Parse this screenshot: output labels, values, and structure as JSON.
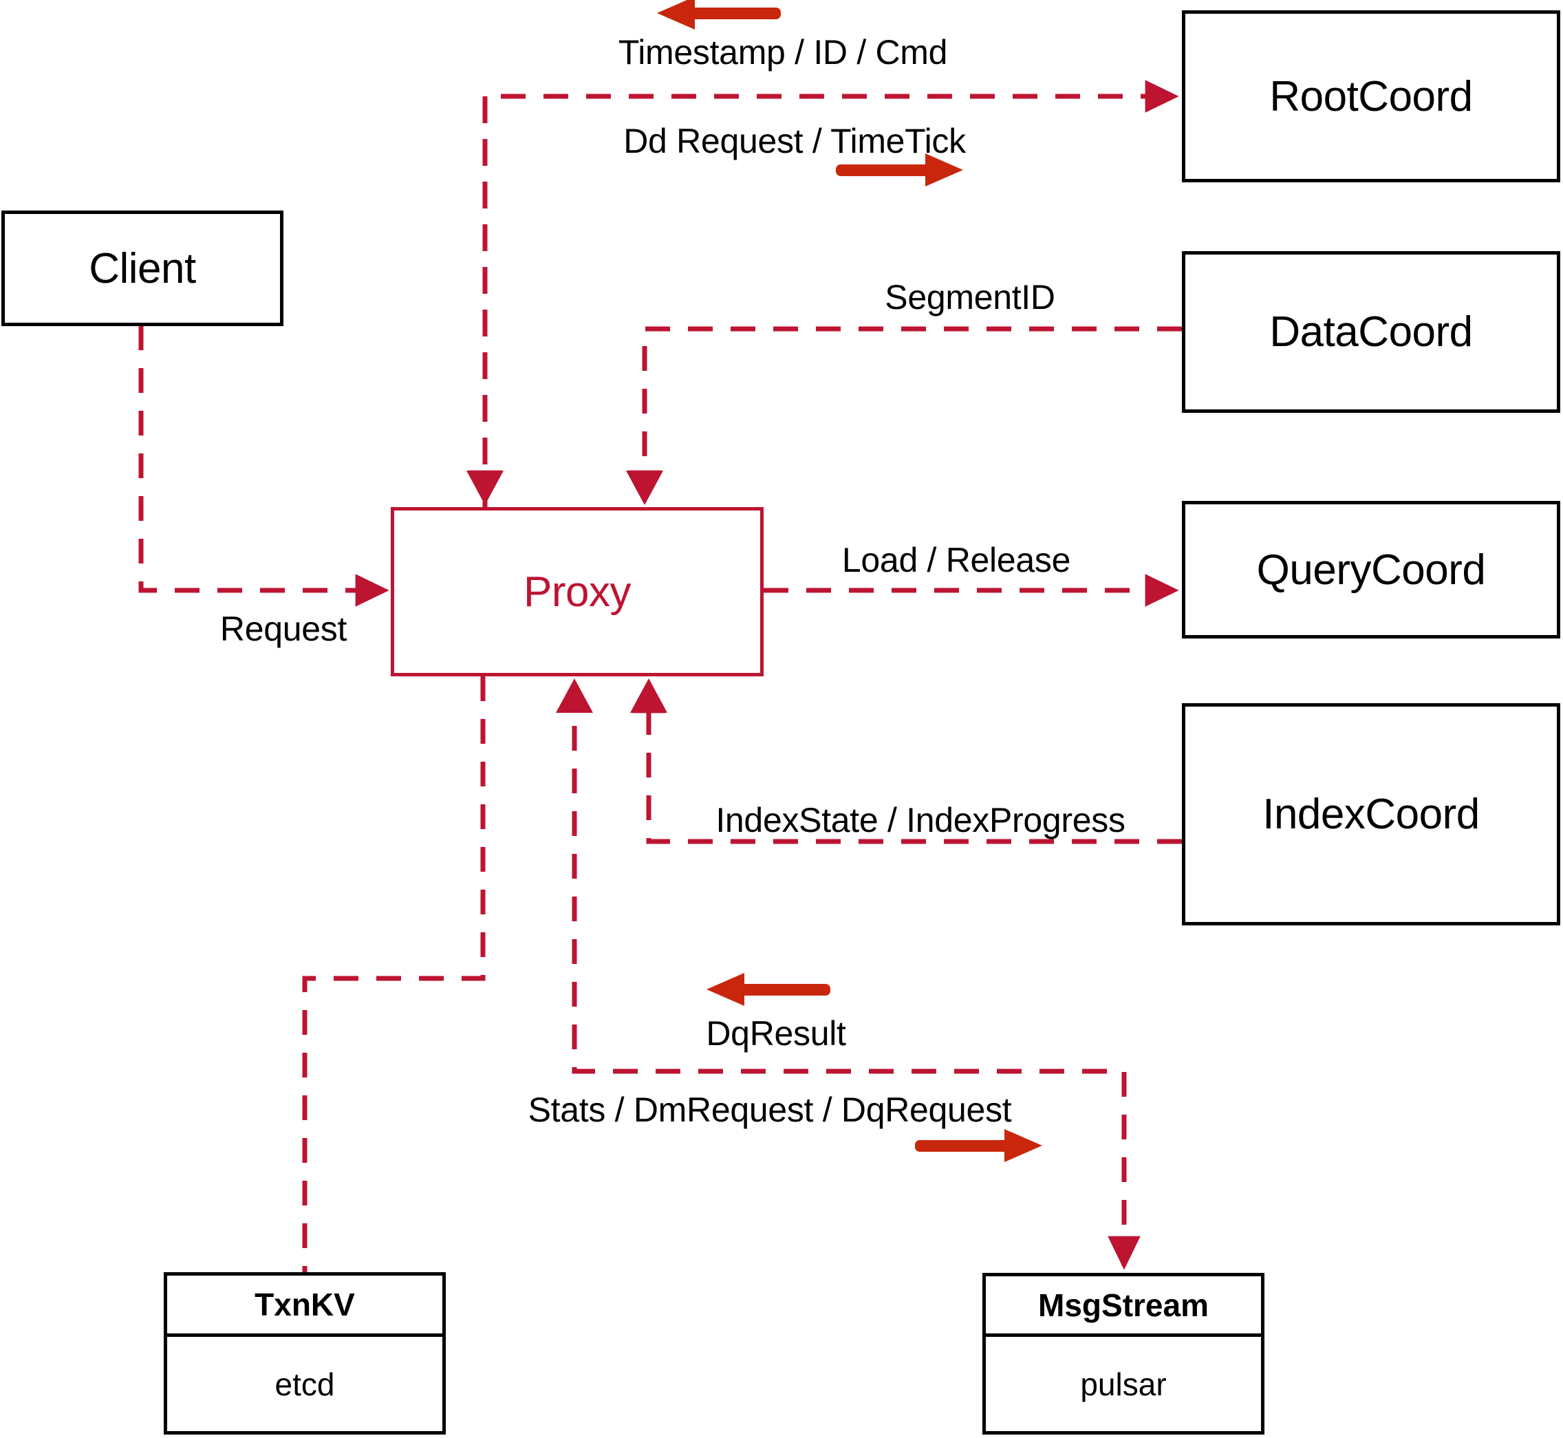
{
  "diagram": {
    "title": "Milvus Proxy interaction diagram",
    "colors": {
      "node_stroke": "#000000",
      "proxy_stroke": "#BD1432",
      "proxy_text": "#BD1432",
      "dashed_edge": "#BD1432",
      "solid_arrow": "#C8270D",
      "background": "#FFFFFF",
      "label_text": "#000000"
    }
  },
  "nodes": {
    "client": {
      "label": "Client"
    },
    "proxy": {
      "label": "Proxy"
    },
    "root_coord": {
      "label": "RootCoord"
    },
    "data_coord": {
      "label": "DataCoord"
    },
    "query_coord": {
      "label": "QueryCoord"
    },
    "index_coord": {
      "label": "IndexCoord"
    }
  },
  "stores": {
    "txnkv": {
      "title": "TxnKV",
      "impl": "etcd"
    },
    "msgstream": {
      "title": "MsgStream",
      "impl": "pulsar"
    }
  },
  "edge_labels": {
    "timestamp_id_cmd": "Timestamp / ID / Cmd",
    "dd_request_timetick": "Dd Request / TimeTick",
    "segment_id": "SegmentID",
    "request": "Request",
    "load_release": "Load / Release",
    "index_state_progress": "IndexState / IndexProgress",
    "dq_result": "DqResult",
    "stats_dm_dq_request": "Stats / DmRequest / DqRequest"
  },
  "legend_arrows": [
    {
      "name": "timestamp-id-cmd-direction",
      "direction": "left"
    },
    {
      "name": "dd-request-timetick-direction",
      "direction": "right"
    },
    {
      "name": "dq-result-direction",
      "direction": "left"
    },
    {
      "name": "stats-dm-dq-request-direction",
      "direction": "right"
    }
  ]
}
